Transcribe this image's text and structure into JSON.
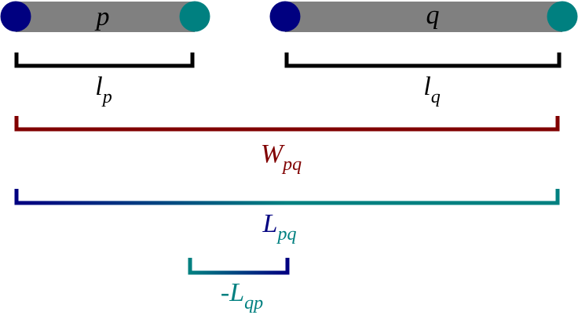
{
  "segments": {
    "p": {
      "label": "p"
    },
    "q": {
      "label": "q"
    }
  },
  "measures": {
    "lp": {
      "main": "l",
      "sub": "p"
    },
    "lq": {
      "main": "l",
      "sub": "q"
    },
    "Wpq": {
      "main": "W",
      "sub": "pq"
    },
    "Lpq": {
      "main": "L",
      "sub": "pq"
    },
    "Lqp": {
      "main": "-L",
      "sub": "qp"
    }
  },
  "colors": {
    "rod": "#808080",
    "node_start": "#000080",
    "node_end": "#008080",
    "black": "#000000",
    "W": "#800000"
  }
}
